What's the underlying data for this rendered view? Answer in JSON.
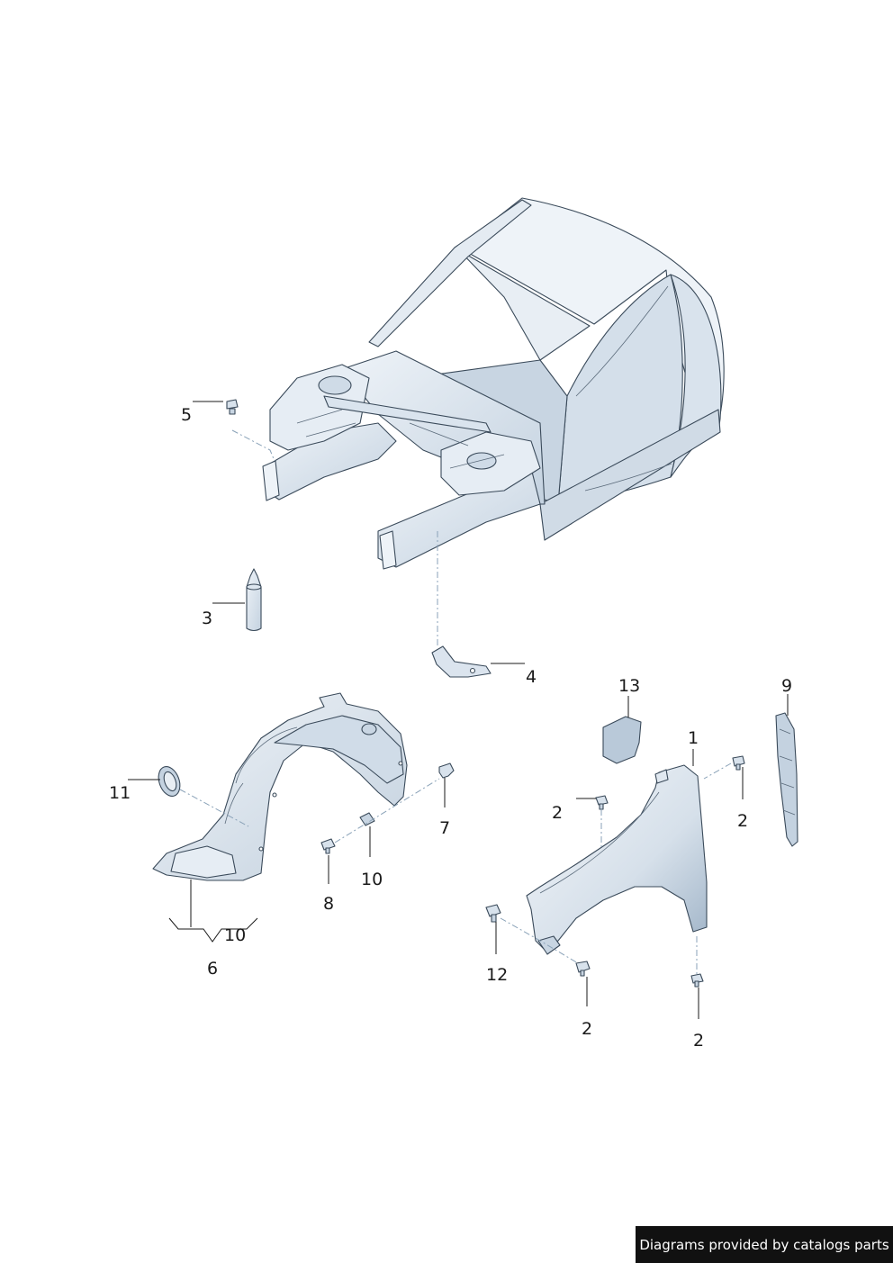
{
  "diagram": {
    "callouts": {
      "c1": "1",
      "c2a": "2",
      "c2b": "2",
      "c2c": "2",
      "c2d": "2",
      "c3": "3",
      "c4": "4",
      "c5": "5",
      "c6": "6",
      "c7": "7",
      "c8": "8",
      "c9": "9",
      "c10a": "10",
      "c10b": "10",
      "c11": "11",
      "c12": "12",
      "c13": "13"
    },
    "colors": {
      "body_fill": "#dde6ef",
      "body_shade": "#bccbda",
      "outline": "#3a4a5a",
      "leader": "#1a1a1a",
      "dash": "#8aa2b8"
    }
  },
  "credit": "Diagrams provided by catalogs parts"
}
